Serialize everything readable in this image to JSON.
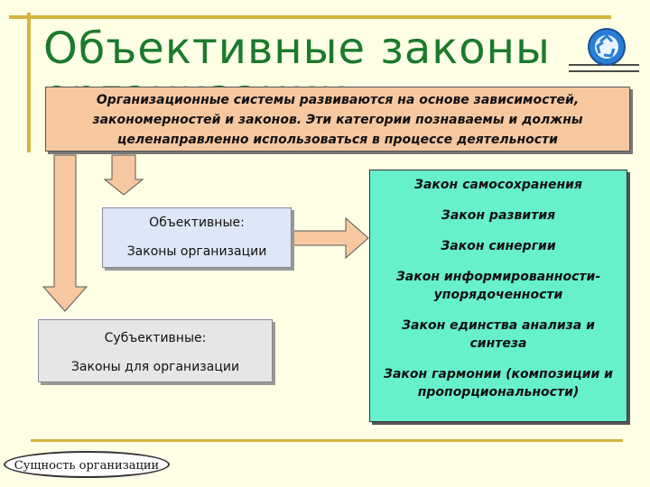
{
  "title": "Объективные законы организации",
  "main_statement": "Организационные системы развиваются на основе зависимостей, закономерностей и законов. Эти категории познаваемы и должны целенаправленно использоваться в процессе деятельности",
  "objective": {
    "label": "Объективные:",
    "text": "Законы организации"
  },
  "subjective": {
    "label": "Субъективные:",
    "text": "Законы для организации"
  },
  "laws": [
    "Закон самосохранения",
    "Закон развития",
    "Закон синергии",
    "Закон информированности-упорядоченности",
    "Закон единства анализа и синтеза",
    "Закон гармонии (композиции и пропорциональности)"
  ],
  "nav_button": "Сущность организации",
  "colors": {
    "background": "#ffffe6",
    "title": "#1b7a2c",
    "main_box": "#f7c8a0",
    "objective_box": "#dde7f7",
    "subjective_box": "#e6e6e6",
    "laws_box": "#66f0cc",
    "arrow": "#f7c8a0",
    "frame": "#d4b440"
  }
}
